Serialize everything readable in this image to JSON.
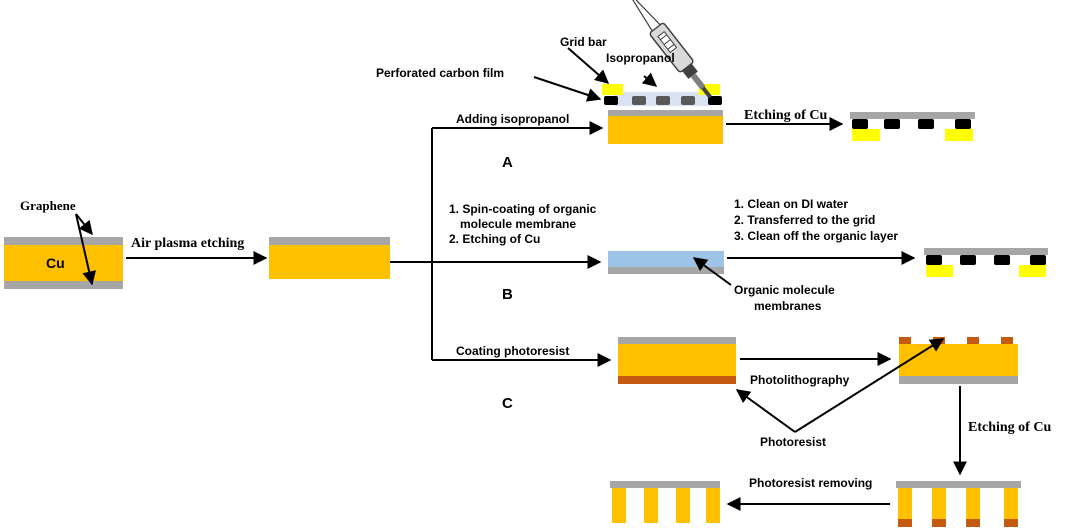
{
  "labels": {
    "graphene": "Graphene",
    "cu": "Cu",
    "air_plasma": "Air plasma etching",
    "grid_bar": "Grid bar",
    "isopropanol": "Isopropanol",
    "perforated_film": "Perforated carbon film",
    "adding_isopropanol": "Adding isopropanol",
    "etching_cu_a": "Etching of Cu",
    "path_a": "A",
    "step_b1": "1. Spin-coating of organic",
    "step_b1b": "molecule membrane",
    "step_b2": "2. Etching of Cu",
    "path_b": "B",
    "clean_1": "1. Clean on DI water",
    "clean_2": "2. Transferred to the grid",
    "clean_3": "3. Clean off the organic layer",
    "organic_1": "Organic molecule",
    "organic_2": "membranes",
    "coating_pr": "Coating photoresist",
    "path_c": "C",
    "photolithography": "Photolithography",
    "photoresist": "Photoresist",
    "etching_cu_c": "Etching of Cu",
    "pr_removing": "Photoresist removing"
  },
  "colors": {
    "copper": "#ffc000",
    "graphene": "#a6a6a6",
    "grid_bar": "#ffff00",
    "carbon_film": "#000000",
    "organic_membrane": "#9dc3e6",
    "photoresist": "#c55a11",
    "pipette": "#d9d9d9"
  }
}
